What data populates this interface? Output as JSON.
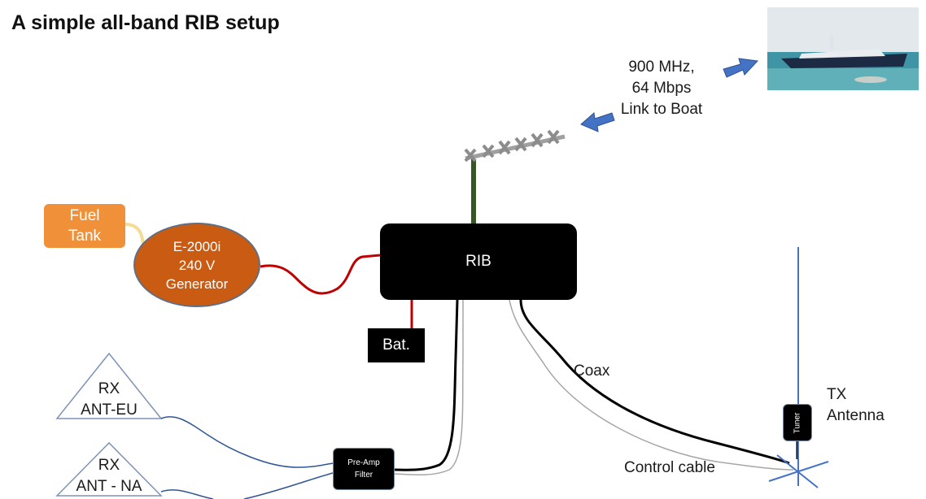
{
  "title": "A simple all-band RIB setup",
  "link_label": {
    "line1": "900 MHz,",
    "line2": "64 Mbps",
    "line3": "Link to Boat"
  },
  "fuel_tank": {
    "line1": "Fuel",
    "line2": "Tank"
  },
  "generator": {
    "line1": "E-2000i",
    "line2": "240 V",
    "line3": "Generator"
  },
  "rib": {
    "label": "RIB"
  },
  "battery": {
    "label": "Bat."
  },
  "rx_eu": {
    "line1": "RX",
    "line2": "ANT-EU"
  },
  "rx_na": {
    "line1": "RX",
    "line2": "ANT - NA"
  },
  "preamp": {
    "line1": "Pre-Amp",
    "line2": "Filter"
  },
  "coax_label": "Coax",
  "control_cable_label": "Control cable",
  "tuner": {
    "label": "Tuner"
  },
  "tx_antenna": {
    "line1": "TX",
    "line2": "Antenna"
  },
  "colors": {
    "fuel_tank": "#f0913a",
    "generator": "#c95b12",
    "power_cable": "#c00000",
    "fuel_line": "#f5dc96",
    "mast": "#375623",
    "arrow": "#4472c4",
    "antenna": "#4472c4",
    "rx_cable": "#2f5597",
    "box": "#000000"
  }
}
